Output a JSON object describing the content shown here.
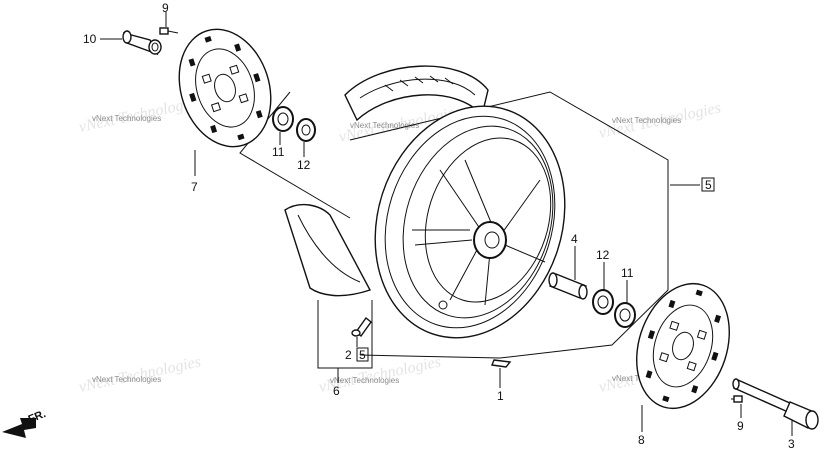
{
  "diagram": {
    "watermark": "vNext Technologies",
    "direction_label": "FR.",
    "callouts": [
      {
        "id": "c10a",
        "text": "10"
      },
      {
        "id": "c9a",
        "text": "9"
      },
      {
        "id": "c7",
        "text": "7"
      },
      {
        "id": "c11a",
        "text": "11"
      },
      {
        "id": "c12a",
        "text": "12"
      },
      {
        "id": "c5a",
        "text": "5"
      },
      {
        "id": "c4",
        "text": "4"
      },
      {
        "id": "c12b",
        "text": "12"
      },
      {
        "id": "c11b",
        "text": "11"
      },
      {
        "id": "c2",
        "text": "2"
      },
      {
        "id": "c5b",
        "text": "5"
      },
      {
        "id": "c6",
        "text": "6"
      },
      {
        "id": "c1",
        "text": "1"
      },
      {
        "id": "c8",
        "text": "8"
      },
      {
        "id": "c9b",
        "text": "9"
      },
      {
        "id": "c3",
        "text": "3"
      }
    ]
  }
}
